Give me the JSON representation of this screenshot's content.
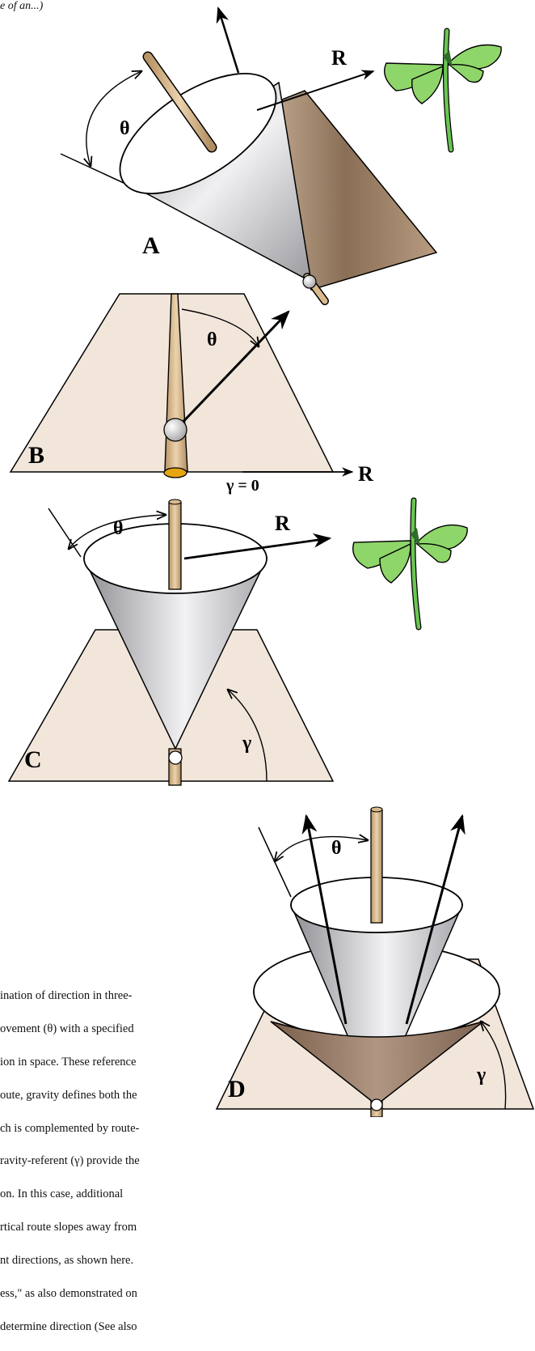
{
  "figure": {
    "panels": [
      "A",
      "B",
      "C",
      "D"
    ],
    "symbols": {
      "theta": "θ",
      "gamma": "γ",
      "route": "R",
      "gamma_zero": "γ = 0"
    }
  },
  "caption_top": "e of an...)",
  "caption_lines": [
    "ination of direction in three-",
    "ovement (θ) with a specified",
    "ion in space.  These reference",
    "oute, gravity defines both the",
    "ch is complemented by route-",
    "ravity-referent (γ) provide the",
    "on.  In this case, additional",
    "rtical route slopes away from",
    "nt directions, as shown here.",
    "ess,\" as also demonstrated on",
    "determine direction (See also"
  ],
  "colors": {
    "cone_light": "#e9e9ec",
    "cone_dark": "#8e8e93",
    "brown_plane": "#9c8165",
    "plane_beige": "#f2e6db",
    "stick": "#d9b98c",
    "leaf": "#8fd66a",
    "stem": "#6ac552"
  }
}
